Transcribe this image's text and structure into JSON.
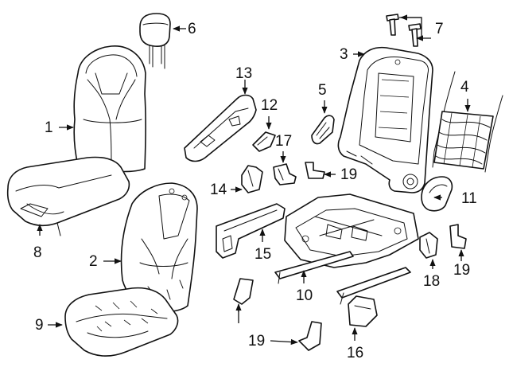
{
  "callouts": {
    "c1": "1",
    "c2": "2",
    "c3": "3",
    "c4": "4",
    "c5": "5",
    "c6": "6",
    "c7": "7",
    "c8": "8",
    "c9": "9",
    "c10": "10",
    "c11": "11",
    "c12": "12",
    "c13": "13",
    "c14": "14",
    "c15": "15",
    "c16": "16",
    "c17": "17",
    "c18": "18",
    "c19a": "19",
    "c19b": "19",
    "c19c": "19"
  },
  "parts": [
    {
      "callout": "1",
      "name": "seat back cover"
    },
    {
      "callout": "2",
      "name": "seat back pad"
    },
    {
      "callout": "3",
      "name": "seat back frame"
    },
    {
      "callout": "4",
      "name": "lumbar support"
    },
    {
      "callout": "5",
      "name": "bracket"
    },
    {
      "callout": "6",
      "name": "headrest"
    },
    {
      "callout": "7",
      "name": "headrest guides"
    },
    {
      "callout": "8",
      "name": "seat cushion cover"
    },
    {
      "callout": "9",
      "name": "seat cushion pad"
    },
    {
      "callout": "10",
      "name": "seat track frame"
    },
    {
      "callout": "11",
      "name": "recliner cover"
    },
    {
      "callout": "12",
      "name": "trim cap"
    },
    {
      "callout": "13",
      "name": "side shield"
    },
    {
      "callout": "14",
      "name": "bracket"
    },
    {
      "callout": "15",
      "name": "trim panel"
    },
    {
      "callout": "16",
      "name": "track cover"
    },
    {
      "callout": "17",
      "name": "bracket"
    },
    {
      "callout": "18",
      "name": "bracket"
    },
    {
      "callout": "19",
      "name": "track covers"
    }
  ]
}
